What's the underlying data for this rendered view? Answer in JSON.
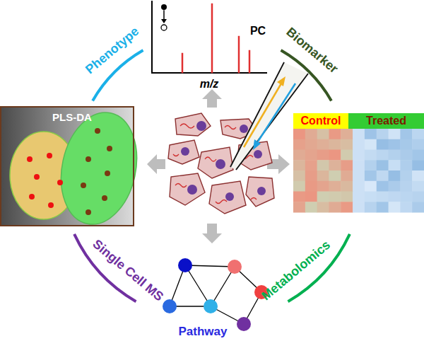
{
  "diagram": {
    "nodes": [
      {
        "text": [
          "PLS-DA"
        ]
      },
      {
        "text": [
          "Control"
        ]
      },
      {
        "text": [
          "Treated"
        ]
      }
    ],
    "labels": [
      "Phenotype",
      "PC",
      "m/z",
      "Biomarker",
      "Single Cell MS",
      "Metabolomics",
      "Pathway"
    ]
  }
}
